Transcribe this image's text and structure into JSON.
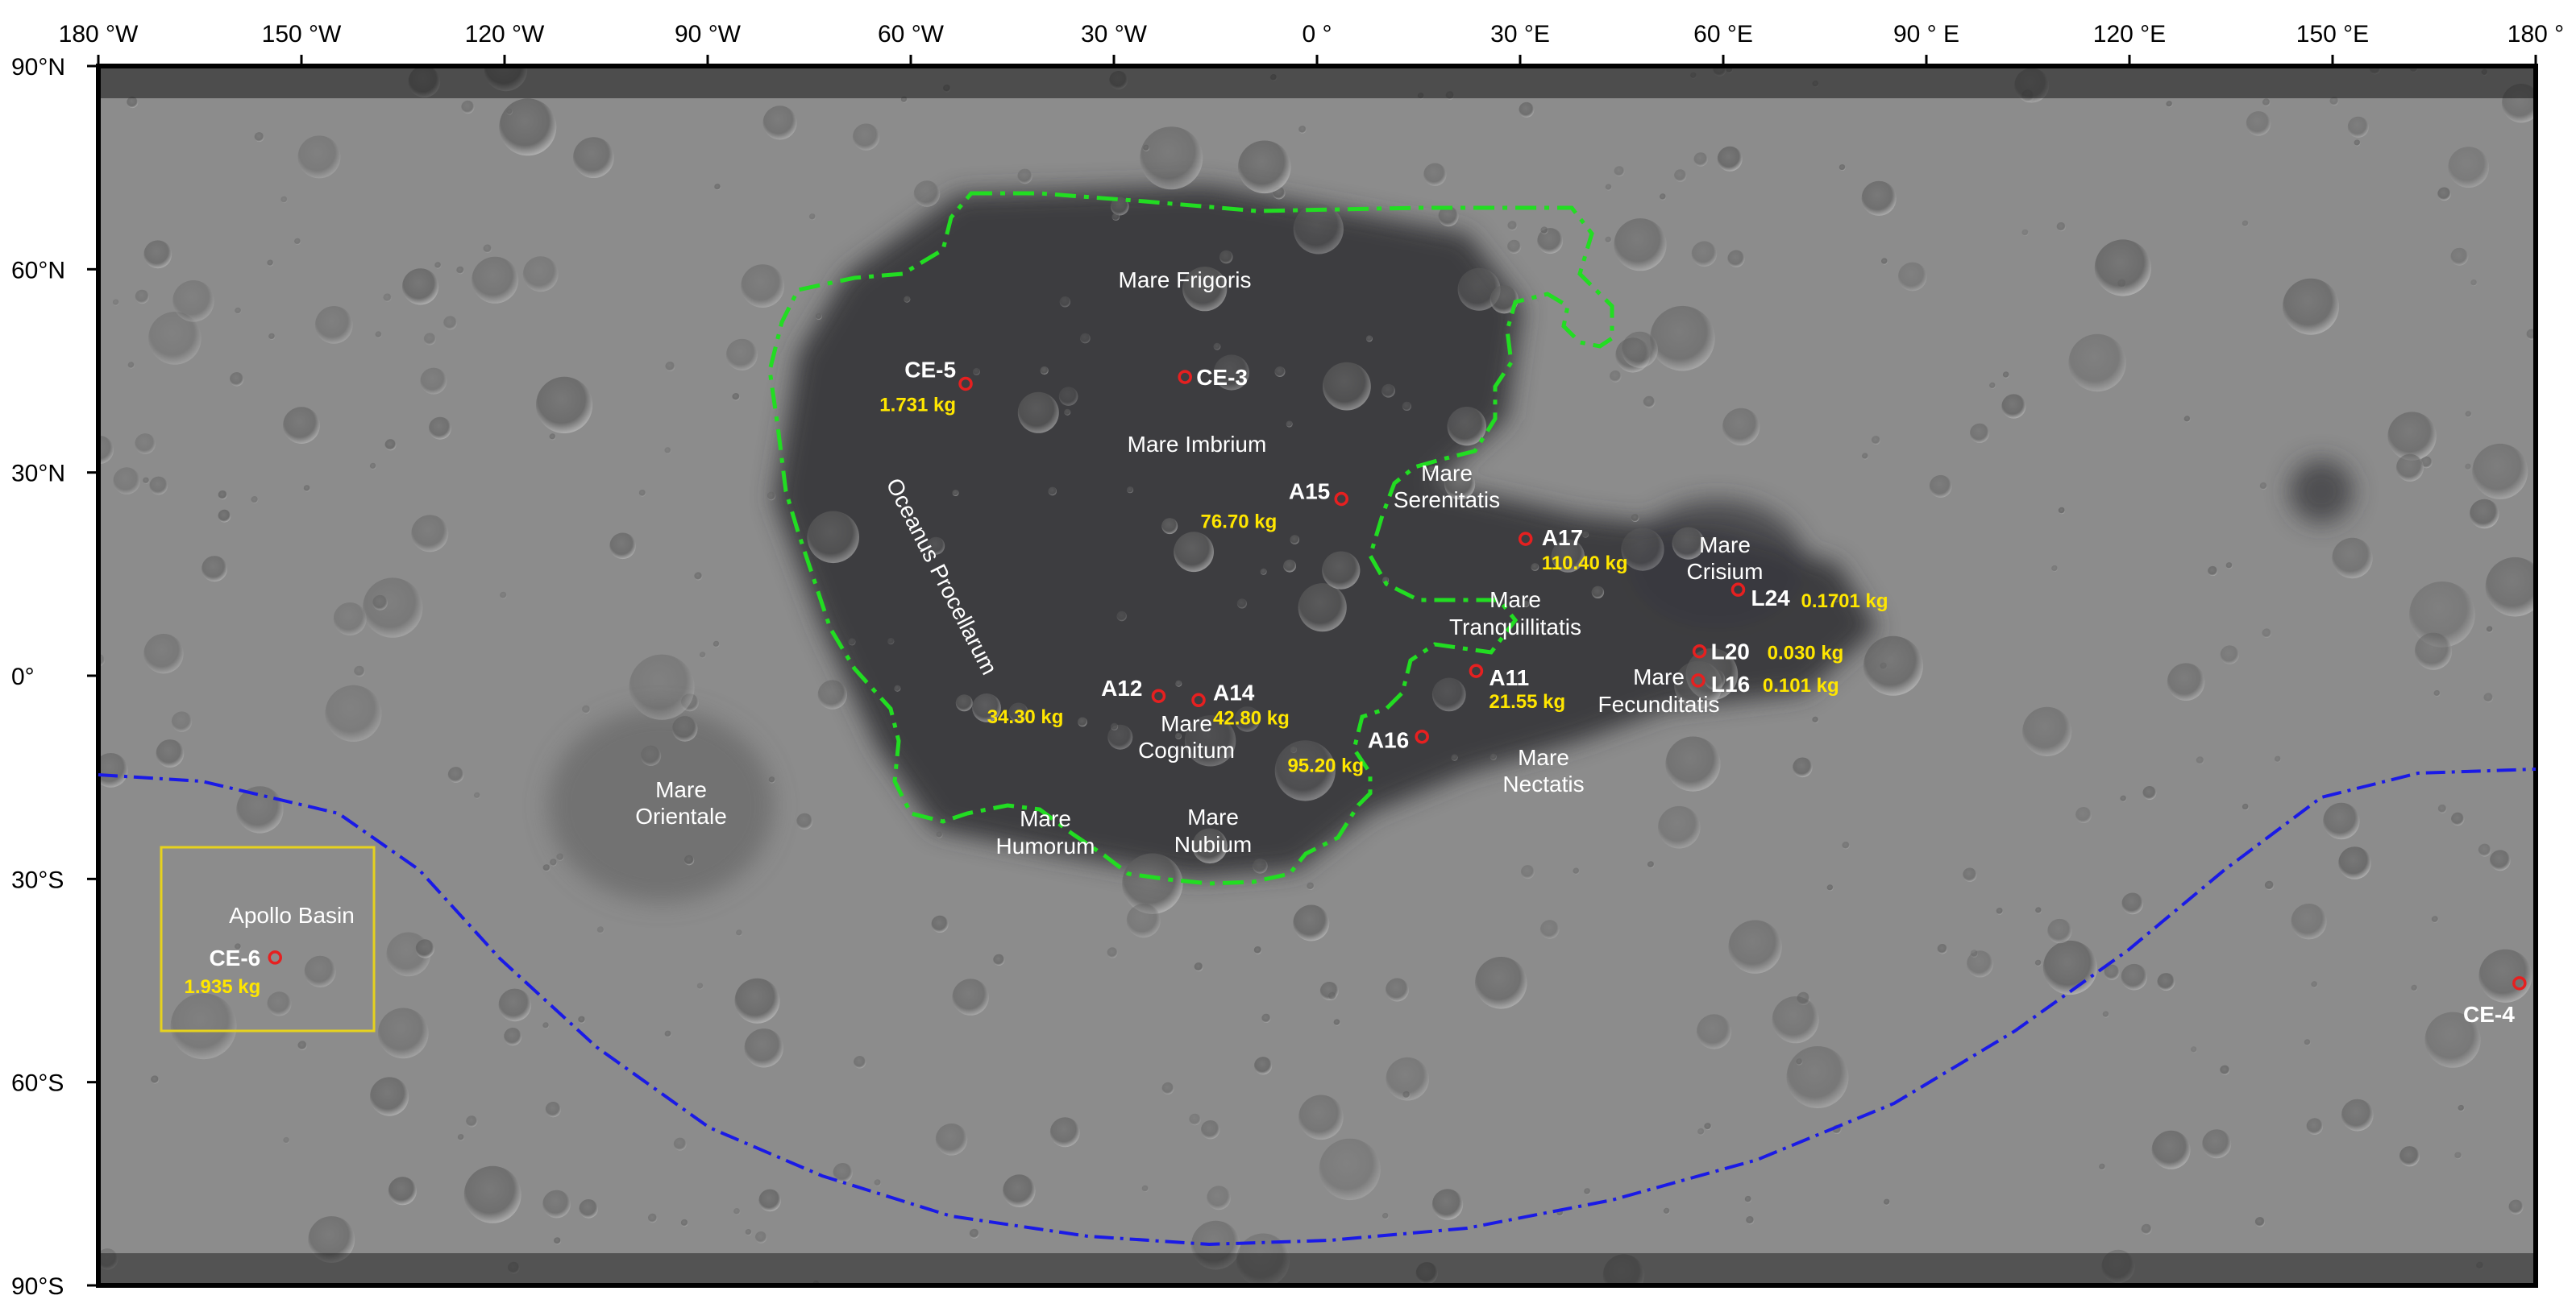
{
  "map": {
    "axes": {
      "lon_ticks": [
        {
          "lon": -180,
          "label": "180 °W"
        },
        {
          "lon": -150,
          "label": "150 °W"
        },
        {
          "lon": -120,
          "label": "120 °W"
        },
        {
          "lon": -90,
          "label": "90 °W"
        },
        {
          "lon": -60,
          "label": "60 °W"
        },
        {
          "lon": -30,
          "label": "30 °W"
        },
        {
          "lon": 0,
          "label": "0 °"
        },
        {
          "lon": 30,
          "label": "30 °E"
        },
        {
          "lon": 60,
          "label": "60 °E"
        },
        {
          "lon": 90,
          "label": "90 ° E"
        },
        {
          "lon": 120,
          "label": "120 °E"
        },
        {
          "lon": 150,
          "label": "150 °E"
        },
        {
          "lon": 180,
          "label": "180 °"
        }
      ],
      "lat_ticks": [
        {
          "lat": 90,
          "label": "90°N"
        },
        {
          "lat": 60,
          "label": "60°N"
        },
        {
          "lat": 30,
          "label": "30°N"
        },
        {
          "lat": 0,
          "label": "0°"
        },
        {
          "lat": -30,
          "label": "30°S"
        },
        {
          "lat": -60,
          "label": "60°S"
        },
        {
          "lat": -90,
          "label": "90°S"
        }
      ]
    },
    "colors": {
      "highlands": "#8c8c8c",
      "maria": "#3a3a3d",
      "boundary_green": "#22dd22",
      "boundary_blue": "#1a1ae6",
      "site_marker": "#e62020",
      "site_label": "#ffffff",
      "mass_label": "#ffe600",
      "inset_box": "#e6d21e"
    },
    "sites": [
      {
        "code": "CE-5",
        "mass": "1.731 kg",
        "lon": -51.9,
        "lat": 43.1
      },
      {
        "code": "CE-3",
        "mass": "",
        "lon": -19.5,
        "lat": 44.1
      },
      {
        "code": "A15",
        "mass": "76.70 kg",
        "lon": 3.6,
        "lat": 26.1
      },
      {
        "code": "A17",
        "mass": "110.40 kg",
        "lon": 30.8,
        "lat": 20.2
      },
      {
        "code": "L24",
        "mass": "0.1701 kg",
        "lon": 62.2,
        "lat": 12.7
      },
      {
        "code": "L20",
        "mass": "0.030 kg",
        "lon": 56.5,
        "lat": 3.6
      },
      {
        "code": "L16",
        "mass": "0.101 kg",
        "lon": 56.3,
        "lat": -0.7
      },
      {
        "code": "A11",
        "mass": "21.55 kg",
        "lon": 23.5,
        "lat": 0.7
      },
      {
        "code": "A12",
        "mass": "34.30 kg",
        "lon": -23.4,
        "lat": -3.0
      },
      {
        "code": "A14",
        "mass": "42.80 kg",
        "lon": -17.5,
        "lat": -3.6
      },
      {
        "code": "A16",
        "mass": "95.20 kg",
        "lon": 15.5,
        "lat": -9.0
      },
      {
        "code": "CE-6",
        "mass": "1.935 kg",
        "lon": -153.9,
        "lat": -41.6
      },
      {
        "code": "CE-4",
        "mass": "",
        "lon": 177.6,
        "lat": -45.4
      }
    ],
    "regions": [
      {
        "name": "Mare Frigoris"
      },
      {
        "name": "Mare Imbrium"
      },
      {
        "name": "Oceanus Procellarum"
      },
      {
        "name": "Mare Serenitatis"
      },
      {
        "name": "Mare Crisium"
      },
      {
        "name": "Mare Tranquillitatis"
      },
      {
        "name": "Mare Fecunditatis"
      },
      {
        "name": "Mare Cognitum"
      },
      {
        "name": "Mare Nectatis"
      },
      {
        "name": "Mare Orientale"
      },
      {
        "name": "Mare Humorum"
      },
      {
        "name": "Mare Nubium"
      },
      {
        "name": "Apollo Basin"
      }
    ]
  }
}
